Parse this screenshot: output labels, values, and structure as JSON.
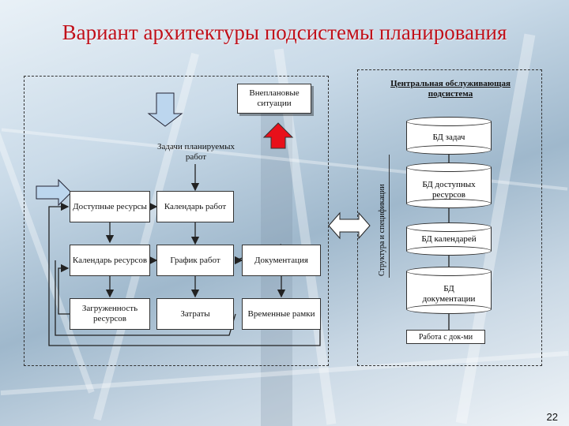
{
  "title": "Вариант архитектуры подсистемы планирования",
  "left": {
    "unplanned": "Внеплановые ситуации",
    "tasks": "Задачи планируемых работ",
    "available": "Доступные ресурсы",
    "calendar_works": "Календарь работ",
    "calendar_resources": "Календарь ресурсов",
    "schedule": "График работ",
    "documentation": "Документация",
    "load": "Загруженность ресурсов",
    "costs": "Затраты",
    "timeframes": "Временные рамки"
  },
  "right": {
    "heading": "Центральная обслуживающая подсистема",
    "vertical": "Структура и спецификации",
    "db_tasks": "БД задач",
    "db_resources": "БД доступных ресурсов",
    "db_calendars": "БД календарей",
    "db_docs": "БД документации",
    "work_docs": "Работа с док-ми"
  },
  "page_number": "22",
  "colors": {
    "title": "#c0101a",
    "up_arrow": "#e8101a",
    "down_arrow": "#bcd6ee"
  }
}
